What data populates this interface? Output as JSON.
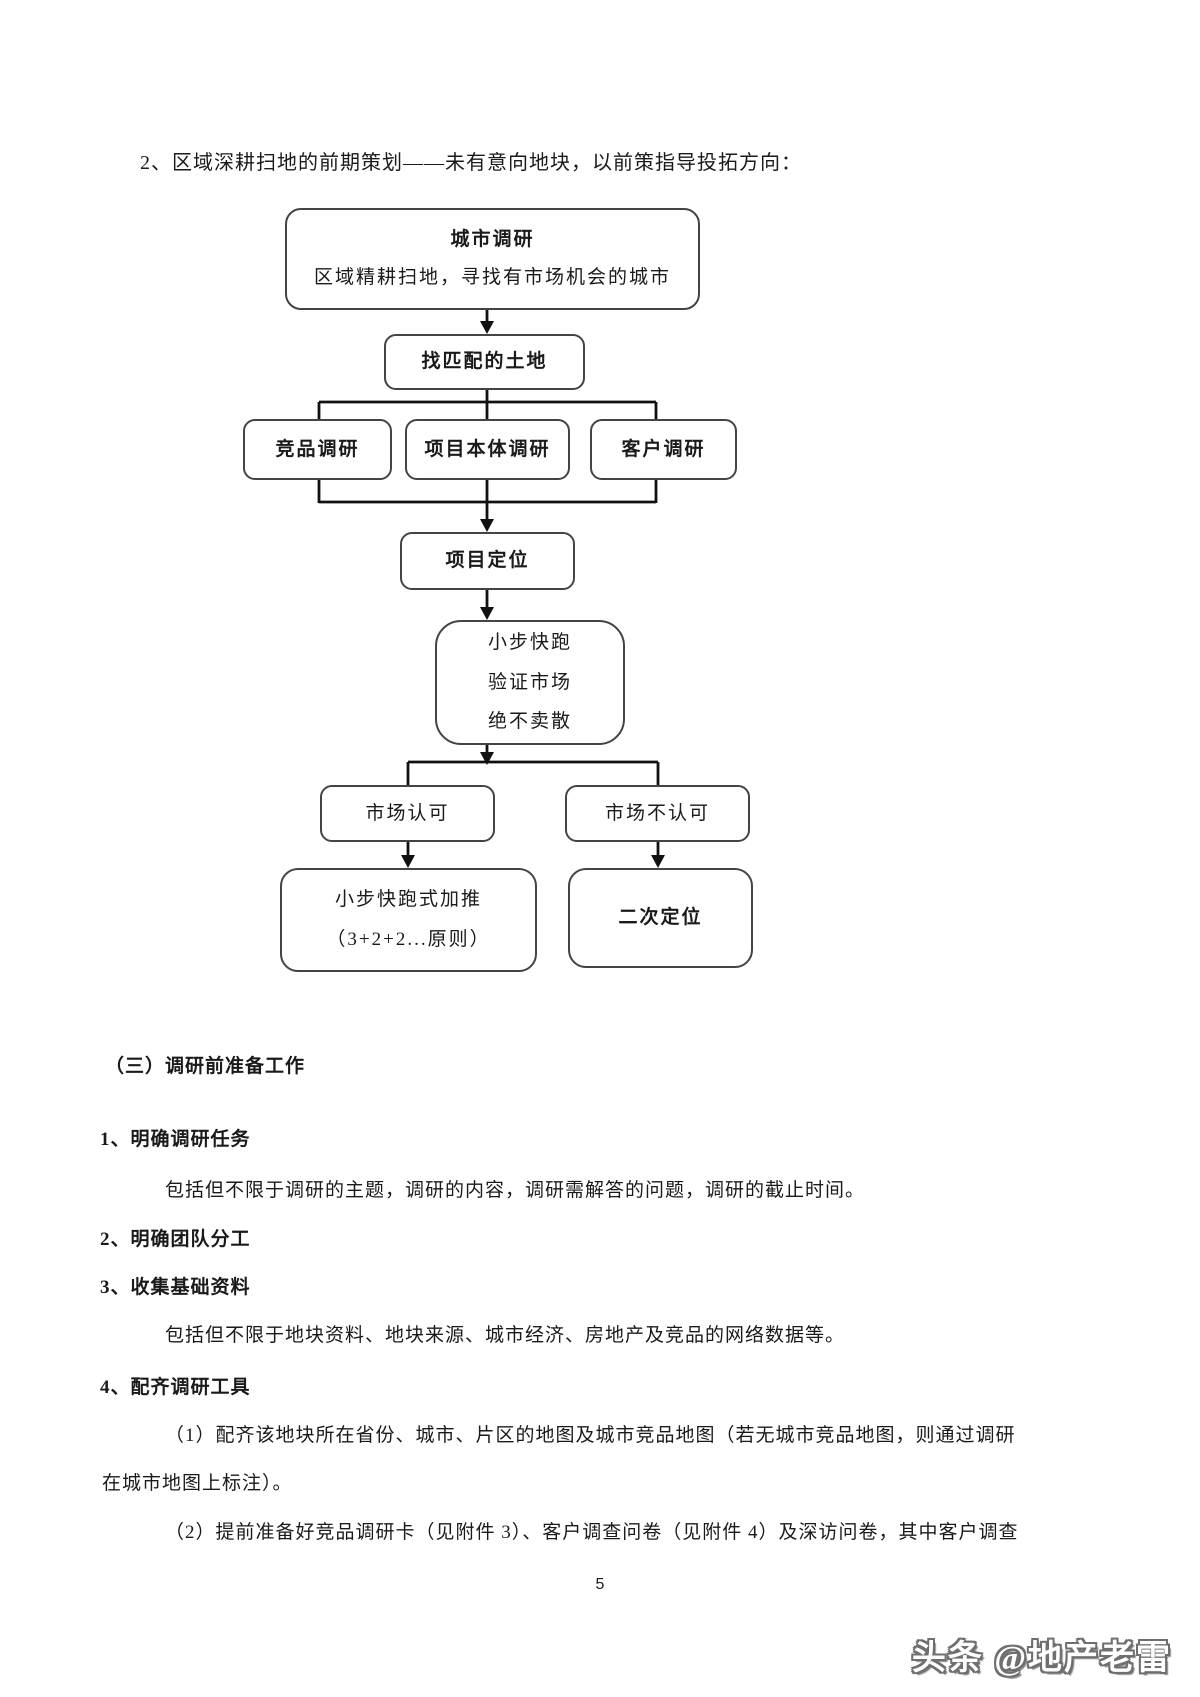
{
  "page": {
    "heading": "2、区域深耕扫地的前期策划——未有意向地块，以前策指导投拓方向：",
    "page_number": "5",
    "watermark": "头条 @地产老雷"
  },
  "colors": {
    "background": "#ffffff",
    "text": "#1a1a1a",
    "box_border": "#444444",
    "connector_line": "#111111",
    "watermark_fill": "#ffffff",
    "watermark_outline": "#6f6f6f"
  },
  "flowchart": {
    "city_research": {
      "title": "城市调研",
      "subtitle": "区域精耕扫地，寻找有市场机会的城市"
    },
    "find_land": {
      "title": "找匹配的土地"
    },
    "competitor_research": {
      "title": "竞品调研"
    },
    "project_research": {
      "title": "项目本体调研"
    },
    "customer_research": {
      "title": "客户调研"
    },
    "positioning": {
      "title": "项目定位"
    },
    "small_steps": {
      "lines": [
        "小步快跑",
        "验证市场",
        "绝不卖散"
      ]
    },
    "market_yes": {
      "title": "市场认可"
    },
    "market_no": {
      "title": "市场不认可"
    },
    "add_push": {
      "line1": "小步快跑式加推",
      "line2": "（3+2+2...原则）"
    },
    "second_positioning": {
      "title": "二次定位"
    }
  },
  "sections": {
    "prep_heading": "（三）调研前准备工作",
    "items": [
      {
        "title": "1、明确调研任务",
        "body": "包括但不限于调研的主题，调研的内容，调研需解答的问题，调研的截止时间。"
      },
      {
        "title": "2、明确团队分工"
      },
      {
        "title": "3、收集基础资料",
        "body": "包括但不限于地块资料、地块来源、城市经济、房地产及竞品的网络数据等。"
      },
      {
        "title": "4、配齐调研工具",
        "paragraphs": [
          "（1）配齐该地块所在省份、城市、片区的地图及城市竞品地图（若无城市竞品地图，则通过调研",
          "在城市地图上标注）。",
          "（2）提前准备好竞品调研卡（见附件 3）、客户调查问卷（见附件 4）及深访问卷，其中客户调查"
        ]
      }
    ]
  }
}
